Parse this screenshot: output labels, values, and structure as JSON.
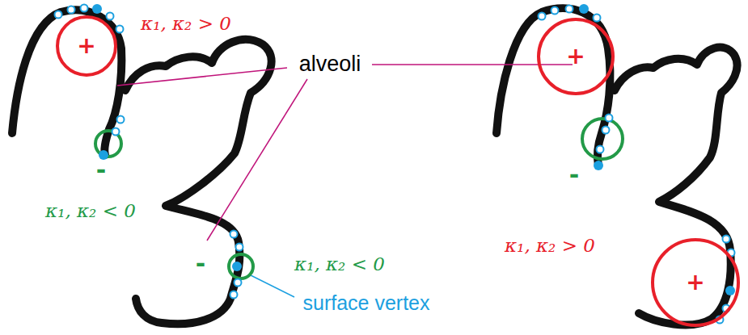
{
  "diagram": {
    "nodes": [
      {
        "text": [
          "+"
        ]
      },
      {
        "text": [
          "+"
        ]
      },
      {
        "text": [
          "+"
        ]
      }
    ],
    "labels": [
      "κ₁, κ₂ > 0",
      "alveoli",
      "-",
      "κ₁, κ₂ < 0",
      "-",
      "κ₁, κ₂ < 0",
      "surface vertex",
      "-",
      "κ₁, κ₂ > 0"
    ]
  }
}
